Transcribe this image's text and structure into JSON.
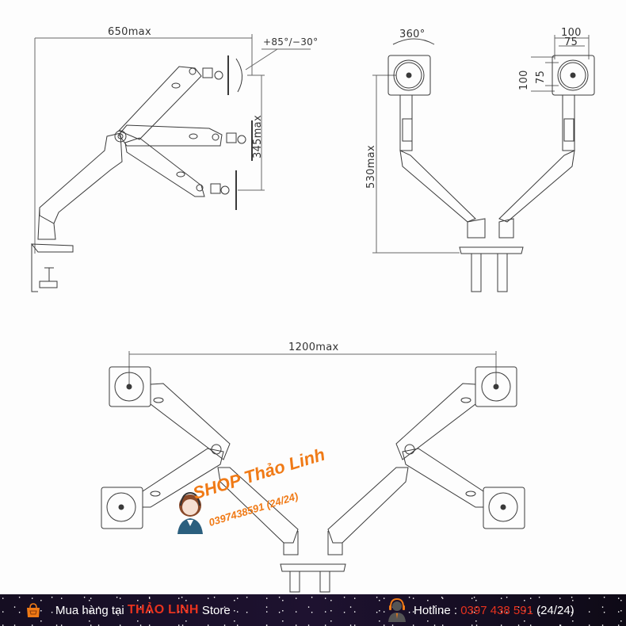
{
  "diagram": {
    "side_view": {
      "width_label": "650max",
      "tilt_label": "+85°/−30°",
      "height_label": "345max"
    },
    "front_view": {
      "rotation_label": "360°",
      "height_label": "530max",
      "vesa_labels": {
        "outer_width": "100",
        "inner_width": "75",
        "outer_height": "100",
        "inner_height": "75"
      }
    },
    "top_view": {
      "span_label": "1200max"
    }
  },
  "watermark": {
    "title": "SHOP Thảo Linh",
    "phone": "0397438591 (24/24)",
    "color": "#f07a16"
  },
  "footer": {
    "prefix": "Mua hàng tại ",
    "brand": "THẢO LINH",
    "suffix": " Store",
    "hotline_label": "Hotline : ",
    "hotline_number": "0397 438 591",
    "hotline_hours": " (24/24)",
    "accent_color": "#e8321e",
    "icons": [
      "shopping-bag-icon",
      "support-agent-icon"
    ]
  }
}
